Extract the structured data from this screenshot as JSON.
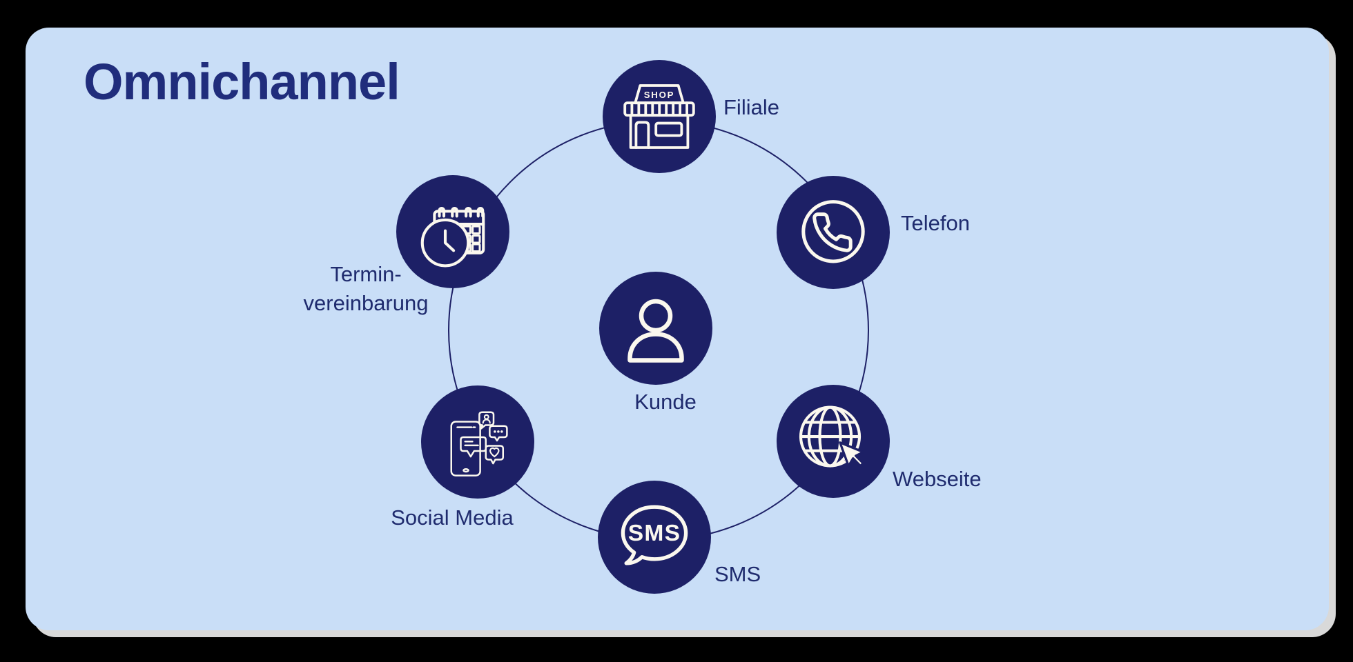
{
  "title": "Omnichannel",
  "colors": {
    "page_background": "#000000",
    "panel_background": "#c9def7",
    "panel_shadow": "#d9d9d9",
    "node_fill": "#1d2066",
    "ring_stroke": "#1d2066",
    "title_color": "#202d7c",
    "label_color": "#1f2b6e",
    "icon_stroke": "#fbf8ee"
  },
  "center_node": {
    "label": "Kunde",
    "icon": "person-icon"
  },
  "channels": [
    {
      "id": "filiale",
      "label": "Filiale",
      "icon": "shop-icon",
      "icon_text": "SHOP"
    },
    {
      "id": "telefon",
      "label": "Telefon",
      "icon": "phone-icon"
    },
    {
      "id": "webseite",
      "label": "Webseite",
      "icon": "globe-cursor-icon"
    },
    {
      "id": "sms",
      "label": "SMS",
      "icon": "sms-bubble-icon",
      "icon_text": "SMS"
    },
    {
      "id": "social",
      "label": "Social Media",
      "icon": "social-media-icon"
    },
    {
      "id": "termin",
      "label_line1": "Termin-",
      "label_line2": "vereinbarung",
      "icon": "calendar-clock-icon"
    }
  ]
}
